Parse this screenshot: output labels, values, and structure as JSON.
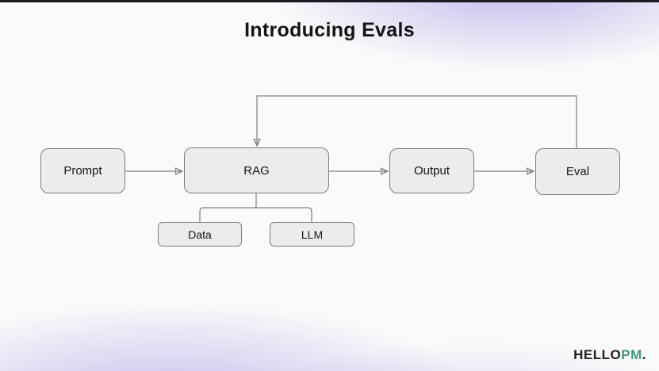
{
  "title": "Introducing Evals",
  "nodes": {
    "prompt": "Prompt",
    "rag": "RAG",
    "output": "Output",
    "eval": "Eval",
    "data": "Data",
    "llm": "LLM"
  },
  "edges": [
    {
      "from": "Prompt",
      "to": "RAG",
      "arrow": true,
      "type": "flow"
    },
    {
      "from": "RAG",
      "to": "Output",
      "arrow": true,
      "type": "flow"
    },
    {
      "from": "Output",
      "to": "Eval",
      "arrow": true,
      "type": "flow"
    },
    {
      "from": "Eval",
      "to": "RAG",
      "arrow": true,
      "type": "feedback-loop"
    },
    {
      "from": "RAG",
      "to": "Data",
      "arrow": false,
      "type": "tree"
    },
    {
      "from": "RAG",
      "to": "LLM",
      "arrow": false,
      "type": "tree"
    }
  ],
  "logo": {
    "hello": "HELLO",
    "pm": "PM",
    "dot": "."
  },
  "colors": {
    "background": "#FAFAFA",
    "top_bar": "#1B1B24",
    "node_fill": "#ECECEC",
    "node_border": "#7D7D7D",
    "connector": "#7F7F7F",
    "text": "#141414",
    "accent_purple": "#CCC0EF",
    "logo_green": "#3D9B72"
  }
}
